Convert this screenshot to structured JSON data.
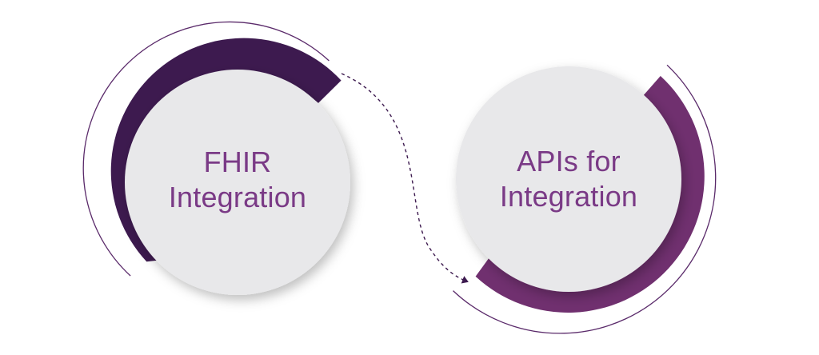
{
  "nodes": [
    {
      "line1": "FHIR",
      "line2": "Integration"
    },
    {
      "line1": "APIs for",
      "line2": "Integration"
    }
  ],
  "colors": {
    "circle_fill": "#e8e8ea",
    "left_arc": "#3d1a4f",
    "right_arc": "#70306f",
    "outline": "#5a2a6a",
    "text": "#7a3a86",
    "connector": "#3d1a4f"
  }
}
